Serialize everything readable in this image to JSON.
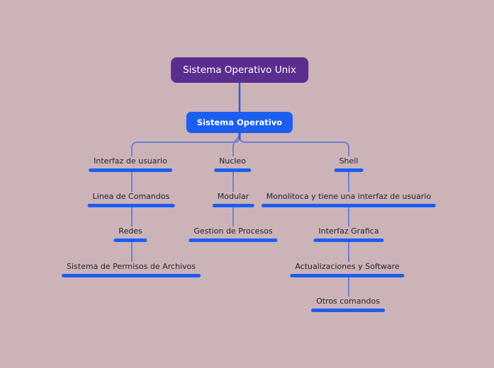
{
  "mindmap": {
    "root": "Sistema Operativo Unix",
    "main": "Sistema Operativo",
    "branches": [
      {
        "name": "interfaz-de-usuario",
        "items": [
          "Interfaz de usuario",
          "Linea de Comandos",
          "Redes",
          "Sistema de Permisos de Archivos"
        ]
      },
      {
        "name": "nucleo",
        "items": [
          "Nucleo",
          "Modular",
          "Gestion de Procesos"
        ]
      },
      {
        "name": "shell",
        "items": [
          "Shell",
          "Monolitoca y tiene una interfaz de usuario",
          "Interfaz Grafica",
          "Actualizaciones y Software",
          "Otros comandos"
        ]
      }
    ]
  },
  "colors": {
    "background": "#ccb3b8",
    "root-fill": "#5b2d8e",
    "node-fill": "#1b5ef0",
    "bar": "#1b5ef0",
    "connector": "#6d80d8",
    "trunk": "#2d5be4",
    "text": "#23232d",
    "node-text": "#ffffff"
  }
}
